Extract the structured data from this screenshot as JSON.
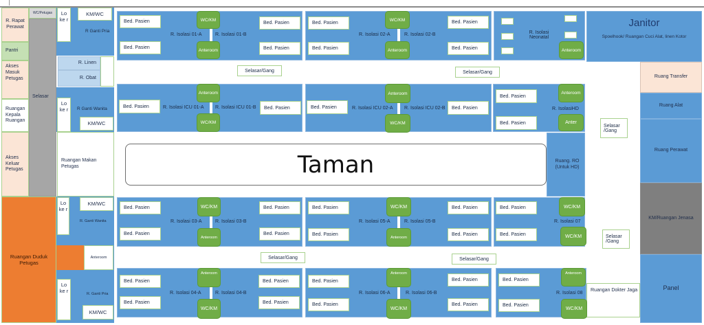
{
  "left_wing": {
    "r_rapat_perawat": "R. Rapat Perawat",
    "wc_petugas": "WC/Petugas",
    "pantri": "Pantri",
    "akses_masuk": "Akses Masuk Petugas",
    "ruangan_kepala": "Ruangan Kepala Ruangan",
    "akses_keluar": "Akses Keluar Petugas",
    "selasar": "Selasar",
    "ruangan_duduk": "Ruangan Duduk Petugas",
    "loker": "Lo ke r",
    "km_wc": "KM/WC",
    "r_ganti_pria": "R Ganti Pria",
    "r_linen": "R. Linen",
    "r_obat": "R. Obat",
    "r_ganti_wanita": "R Ganti Wanita",
    "ruangan_makan": "Ruangan Makan Petugas",
    "r_ganti_wanita_2": "R. Ganti  Wanita",
    "anteroom": "Anteroom",
    "r_ganti_pria_2": "R. Ganti Pria"
  },
  "common": {
    "bed": "Bed. Pasien",
    "wc_km": "WC/KM",
    "anteroom": "Anteroom",
    "anter": "Anter",
    "selasar_gang": "Selasar/Gang",
    "selasar_gang_split": "Selasar /Gang"
  },
  "wards": {
    "iso01a": "R. Isolasi 01-A",
    "iso01b": "R. Isolasi 01-B",
    "iso02a": "R. Isolasi 02-A",
    "iso02b": "R. Isolasi 02-B",
    "neonatal": "R. Isolasi Neonatal",
    "icu01a": "R. Isolasi ICU 01-A",
    "icu01b": "R. Isolasi ICU 01-B",
    "icu02a": "R. Isolasi ICU 02-A",
    "icu02b": "R. Isolasi ICU 02-B",
    "hd": "R. IsolasiHD",
    "iso03a": "R. Isolasi 03-A",
    "iso03b": "R. Isolasi 03-B",
    "iso05a": "R. Isolasi 05-A",
    "iso05b": "R. Isolasi 05-B",
    "iso07": "R. Isolasi 07",
    "iso04a": "R. Isolasi 04-A",
    "iso04b": "R. Isolasi 04-B",
    "iso06a": "R. Isolasi 06-A",
    "iso06b": "R. Isolasi 06-B",
    "iso08": "R. Isolasi 08"
  },
  "center": {
    "taman": "Taman",
    "ruang_ro": "Ruang. RO (Untuk HD)"
  },
  "right_wing": {
    "janitor_title": "Janitor",
    "janitor_sub": "Spoelhook/ Ruangan Cuci Alat, linen Kotor",
    "ruang_transfer": "Ruang Transfer",
    "ruang_alat": "Ruang Alat",
    "ruang_perawat": "Ruang Perawat",
    "km_jenasa": "KM/Ruangan Jenasa",
    "panel": "Panel",
    "dokter_jaga": "Ruangan Dokter Jaga"
  },
  "colors": {
    "ward_blue": "#5b9bd5",
    "pod_green": "#70ad47",
    "border_green": "#a9d18e",
    "peach": "#fbe5d6",
    "orange": "#ed7d31",
    "grey": "#a6a6a6",
    "dark_grey": "#7f7f7f"
  }
}
